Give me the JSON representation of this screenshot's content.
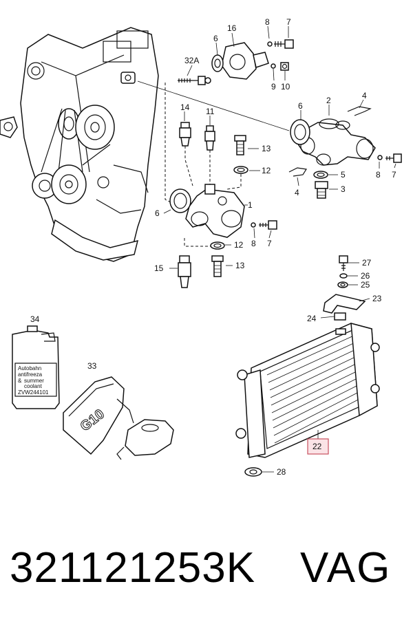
{
  "diagram": {
    "callouts": {
      "c1": "1",
      "c2": "2",
      "c3": "3",
      "c4a": "4",
      "c4b": "4",
      "c5": "5",
      "c6a": "6",
      "c6b": "6",
      "c6c": "6",
      "c7a": "7",
      "c7b": "7",
      "c7c": "7",
      "c8a": "8",
      "c8b": "8",
      "c9": "9",
      "c10": "10",
      "c11": "11",
      "c12a": "12",
      "c12b": "12",
      "c13a": "13",
      "c13b": "13",
      "c14": "14",
      "c15": "15",
      "c16": "16",
      "c22": "22",
      "c23": "23",
      "c24": "24",
      "c25": "25",
      "c26": "26",
      "c27": "27",
      "c28": "28",
      "c32a": "32A",
      "c33": "33",
      "c34": "34"
    },
    "canister_label": {
      "line1": "Autobahn",
      "line2": "antifreeza",
      "line3": "summer",
      "line4": "coolant",
      "line5": "ZVW244101",
      "amp": "&"
    },
    "g10_label": "G10"
  },
  "footer": {
    "part_number": "321121253K",
    "brand": "VAG"
  }
}
